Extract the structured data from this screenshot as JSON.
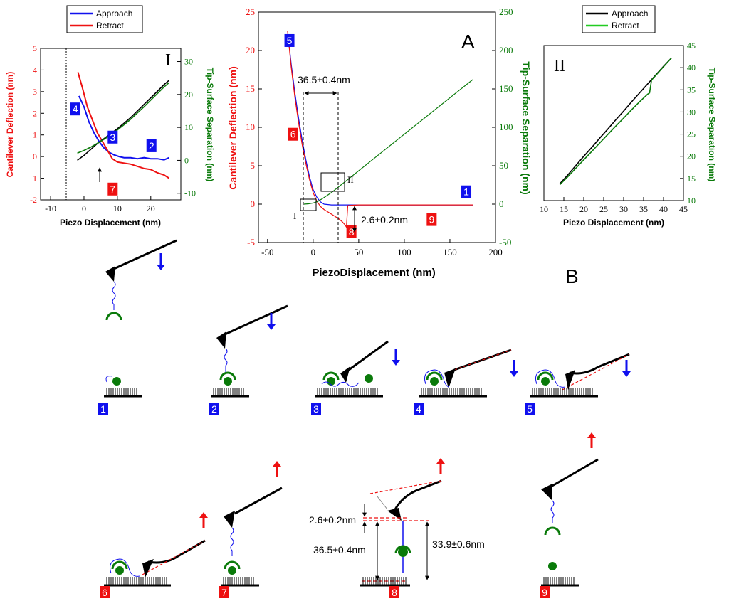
{
  "colors": {
    "approach": "#1010ee",
    "retract": "#ee1111",
    "separation": "#0a7a0a",
    "separation_light": "#22cc22",
    "black": "#000000"
  },
  "chart_data": [
    {
      "type": "line",
      "panel": "I",
      "title": "",
      "panel_label": "I",
      "xlabel": "Piezo Displacement (nm)",
      "ylabel_left": "Cantilever Deflection (nm)",
      "ylabel_right": "Tip-Surface Separation (nm)",
      "xlim": [
        -13,
        29
      ],
      "ylim_left": [
        -2,
        5
      ],
      "ylim_right": [
        -12,
        34
      ],
      "xticks": [
        "-10",
        "0",
        "10",
        "20"
      ],
      "yticks_left": [
        "-2",
        "-1",
        "0",
        "1",
        "2",
        "3",
        "4",
        "5"
      ],
      "yticks_right": [
        "-10",
        "0",
        "10",
        "20",
        "30"
      ],
      "legend": [
        "Approach",
        "Retract"
      ],
      "series": [
        {
          "name": "Approach",
          "axis": "left",
          "x": [
            -1.5,
            0,
            1.5,
            3,
            4.5,
            6,
            7.5,
            9,
            10.5,
            12,
            14,
            16,
            18,
            20,
            22,
            24,
            25.5
          ],
          "y": [
            2.8,
            2.3,
            1.6,
            1.1,
            0.7,
            0.4,
            0.2,
            0.08,
            0.0,
            -0.05,
            -0.05,
            -0.1,
            -0.05,
            -0.1,
            -0.1,
            -0.15,
            -0.05
          ]
        },
        {
          "name": "Retract",
          "axis": "left",
          "x": [
            -1.8,
            -0.5,
            1,
            2.5,
            4,
            5.5,
            7,
            8.5,
            10,
            12,
            14,
            16,
            18,
            20,
            22,
            24,
            25.5
          ],
          "y": [
            3.9,
            3.2,
            2.3,
            1.7,
            1.1,
            0.7,
            0.3,
            -0.1,
            -0.25,
            -0.3,
            -0.35,
            -0.45,
            -0.55,
            -0.6,
            -0.75,
            -0.85,
            -1.0
          ]
        },
        {
          "name": "Approach",
          "axis": "right",
          "x": [
            -2,
            0,
            2,
            4,
            6,
            8,
            10,
            12,
            14,
            16,
            18,
            20,
            22,
            24,
            25.5
          ],
          "y": [
            0,
            1.5,
            3.3,
            5.1,
            6.6,
            8.1,
            9.6,
            11.3,
            13.0,
            15.0,
            17.0,
            19.0,
            21.0,
            23.0,
            24.3
          ]
        },
        {
          "name": "Retract",
          "axis": "right",
          "x": [
            -2,
            0,
            2,
            4,
            6,
            8,
            10,
            12,
            14,
            16,
            18,
            20,
            22,
            24,
            25.5
          ],
          "y": [
            2.2,
            3.0,
            4.0,
            5.2,
            6.4,
            7.7,
            9.2,
            10.8,
            12.5,
            14.4,
            16.3,
            18.3,
            20.3,
            22.3,
            23.6
          ]
        }
      ],
      "markers": [
        {
          "label": "4",
          "color": "approach",
          "x": -2.6,
          "y": 2.2
        },
        {
          "label": "3",
          "color": "approach",
          "x": 8.6,
          "y": 0.9
        },
        {
          "label": "2",
          "color": "approach",
          "x": 20.2,
          "y": 0.5
        },
        {
          "label": "7",
          "color": "retract",
          "x": 8.6,
          "y": -1.5
        }
      ]
    },
    {
      "type": "line",
      "panel": "A",
      "title": "",
      "panel_label": "A",
      "xlabel": "PiezoDisplacement (nm)",
      "ylabel_left": "Cantilever Deflection (nm)",
      "ylabel_right": "Tip-Surface Separation (nm)",
      "xlim": [
        -60,
        200
      ],
      "ylim_left": [
        -5,
        25
      ],
      "ylim_right": [
        -50,
        250
      ],
      "xticks": [
        "-50",
        "0",
        "50",
        "100",
        "150",
        "200"
      ],
      "yticks_left": [
        "-5",
        "0",
        "5",
        "10",
        "15",
        "20",
        "25"
      ],
      "yticks_right": [
        "-50",
        "0",
        "50",
        "100",
        "150",
        "200",
        "250"
      ],
      "series": [
        {
          "name": "Approach",
          "axis": "left",
          "x": [
            -28,
            -24,
            -20,
            -16,
            -12,
            -8,
            -4,
            0,
            4,
            8,
            12,
            20,
            40,
            60,
            80,
            100,
            120,
            140,
            160,
            175
          ],
          "y": [
            22.5,
            18.2,
            14.5,
            11.2,
            8.3,
            5.8,
            3.6,
            1.9,
            0.9,
            0.3,
            0.0,
            -0.1,
            -0.1,
            -0.1,
            -0.1,
            -0.1,
            -0.1,
            -0.1,
            -0.1,
            -0.1
          ]
        },
        {
          "name": "Retract",
          "axis": "left",
          "x": [
            -28,
            -24,
            -20,
            -16,
            -12,
            -8,
            -4,
            0,
            4,
            8,
            12,
            16,
            20,
            24,
            28,
            32,
            35,
            36.5,
            38,
            42,
            50,
            70,
            100,
            130,
            160,
            175
          ],
          "y": [
            22.5,
            17.8,
            13.9,
            10.6,
            7.7,
            5.3,
            3.2,
            1.5,
            0.4,
            -0.3,
            -0.7,
            -1.0,
            -1.3,
            -1.6,
            -1.9,
            -2.3,
            -2.7,
            -3.0,
            -0.2,
            -0.15,
            -0.1,
            -0.1,
            -0.1,
            -0.1,
            -0.1,
            -0.1
          ]
        },
        {
          "name": "Separation",
          "axis": "right",
          "x": [
            -10,
            -5,
            0,
            5,
            10,
            20,
            40,
            80,
            120,
            160,
            175
          ],
          "y": [
            0,
            0.5,
            1.5,
            3.5,
            7,
            15,
            34,
            72,
            110,
            148,
            162
          ]
        }
      ],
      "markers": [
        {
          "label": "5",
          "color": "approach",
          "x": -26,
          "y": 21.3
        },
        {
          "label": "6",
          "color": "retract",
          "x": -22,
          "y": 9.1
        },
        {
          "label": "1",
          "color": "approach",
          "x": 168,
          "y": 1.6
        },
        {
          "label": "8",
          "color": "retract",
          "x": 42,
          "y": -3.6
        },
        {
          "label": "9",
          "color": "retract",
          "x": 130,
          "y": -2.0
        }
      ],
      "annotations": {
        "width": "36.5±0.4nm",
        "depth": "2.6±0.2nm",
        "box_I": "I",
        "box_II": "II"
      }
    },
    {
      "type": "line",
      "panel": "II",
      "title": "",
      "panel_label": "II",
      "xlabel": "Piezo Displacement (nm)",
      "ylabel_right": "Tip-Surface Separation (nm)",
      "xlim": [
        10,
        45
      ],
      "ylim_right": [
        10,
        45
      ],
      "xticks": [
        "10",
        "15",
        "20",
        "25",
        "30",
        "35",
        "40",
        "45"
      ],
      "yticks_right": [
        "10",
        "15",
        "20",
        "25",
        "30",
        "35",
        "40",
        "45"
      ],
      "legend": [
        "Approach",
        "Retract"
      ],
      "series": [
        {
          "name": "Approach",
          "x": [
            14,
            16,
            18,
            20,
            22,
            24,
            26,
            28,
            30,
            32,
            34,
            36,
            38,
            40,
            42
          ],
          "y": [
            13.8,
            15.8,
            17.9,
            20.0,
            22.0,
            24.1,
            26.1,
            28.2,
            30.2,
            32.3,
            34.3,
            36.3,
            38.3,
            40.3,
            42.2
          ]
        },
        {
          "name": "Retract",
          "x": [
            14,
            16,
            18,
            20,
            22,
            24,
            26,
            28,
            30,
            32,
            34,
            36,
            36.5,
            37,
            38,
            40,
            42
          ],
          "y": [
            13.6,
            15.4,
            17.3,
            19.2,
            21.1,
            23.0,
            24.9,
            26.8,
            28.6,
            30.5,
            32.3,
            34.0,
            34.3,
            37.2,
            38.2,
            40.2,
            42.2
          ]
        }
      ]
    }
  ],
  "panel_b": {
    "label": "B",
    "steps": [
      "1",
      "2",
      "3",
      "4",
      "5",
      "6",
      "7",
      "8",
      "9"
    ],
    "dims": {
      "depth": "2.6±0.2nm",
      "width": "36.5±0.4nm",
      "height": "33.9±0.6nm"
    }
  }
}
